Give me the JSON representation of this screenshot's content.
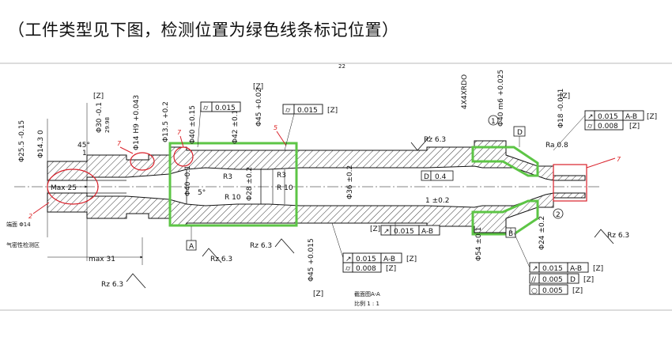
{
  "caption": "（工件类型见下图，检测位置为绿色线条标记位置）",
  "colors": {
    "highlight_green": "#5dc546",
    "callout_red": "#d9202a",
    "line": "#111111"
  },
  "dims_v": {
    "d25": "Φ25.5 -0.15",
    "d14": "Φ14.3 0",
    "d30": "Φ30 -0.1",
    "d29": "29.98",
    "d14h9": "Φ14 H9 +0.043",
    "d13": "Φ13.5 +0.2",
    "d40": "Φ40 ±0.15",
    "d42": "Φ42 ±0.15",
    "d45": "Φ45 +0.02",
    "d28": "Φ28 ±0.2",
    "d36": "Φ36 ±0.2",
    "d45b": "Φ45 +0.015",
    "d40m6": "Φ40 m6 +0.025",
    "d18": "Φ18 -0.011",
    "d54": "Φ54 ±0.1",
    "d24": "Φ24 ±0.2",
    "d40v": "Φ40 -0.1",
    "top_label": "4X4XRDO"
  },
  "dims_h": {
    "max25": "Max 25",
    "max31": "max 31",
    "d45deg": "45°",
    "one": "1",
    "r3a": "R3",
    "r10a": "R 10",
    "r3b": "R3",
    "r10b": "R 10",
    "deg5": "5°",
    "one02": "1 ±0.2",
    "rz63a": "Rz 6.3",
    "rz63b": "Rz 6.3",
    "rz63c": "Rz 6.3",
    "rz63d": "Rz 6.3",
    "rz63e": "Rz 6.3",
    "ra08": "Ra 0.8",
    "note_d": "D",
    "d04": "0.4",
    "circle1": "1",
    "circle2": "2",
    "small_note1": "端面 Φ14",
    "small_note2": "气密性检测区",
    "section_note": "截面图A-A",
    "scale_note": "比例 1 : 1",
    "top_mark": "22"
  },
  "datums": {
    "a": "A",
    "b": "B",
    "d": "D"
  },
  "z_tags": {
    "z": "[Z]"
  },
  "fcf": [
    {
      "sym": "⌭",
      "val": "0.015",
      "ref": "",
      "tag": "[Z]"
    },
    {
      "sym": "⌭",
      "val": "0.015",
      "ref": "",
      "tag": "[Z]"
    },
    {
      "sym": "↗",
      "val": "0.015",
      "ref": "A-B",
      "tag": "[Z]"
    },
    {
      "sym": "⌭",
      "val": "0.008",
      "ref": "",
      "tag": "[Z]"
    },
    {
      "sym": "↗",
      "val": "0.015",
      "ref": "A-B",
      "tag": "[Z]"
    },
    {
      "sym": "⌭",
      "val": "0.008",
      "ref": "",
      "tag": "[Z]"
    },
    {
      "sym": "↗",
      "val": "0.015",
      "ref": "A-B",
      "tag": "[Z]"
    },
    {
      "sym": "//",
      "val": "0.005",
      "ref": "D",
      "tag": "[Z]"
    },
    {
      "sym": "○",
      "val": "0.005",
      "ref": "",
      "tag": "[Z]"
    }
  ],
  "callouts": {
    "c7a": "7",
    "c7b": "7",
    "c7c": "7",
    "c5": "5",
    "c2": "2"
  }
}
